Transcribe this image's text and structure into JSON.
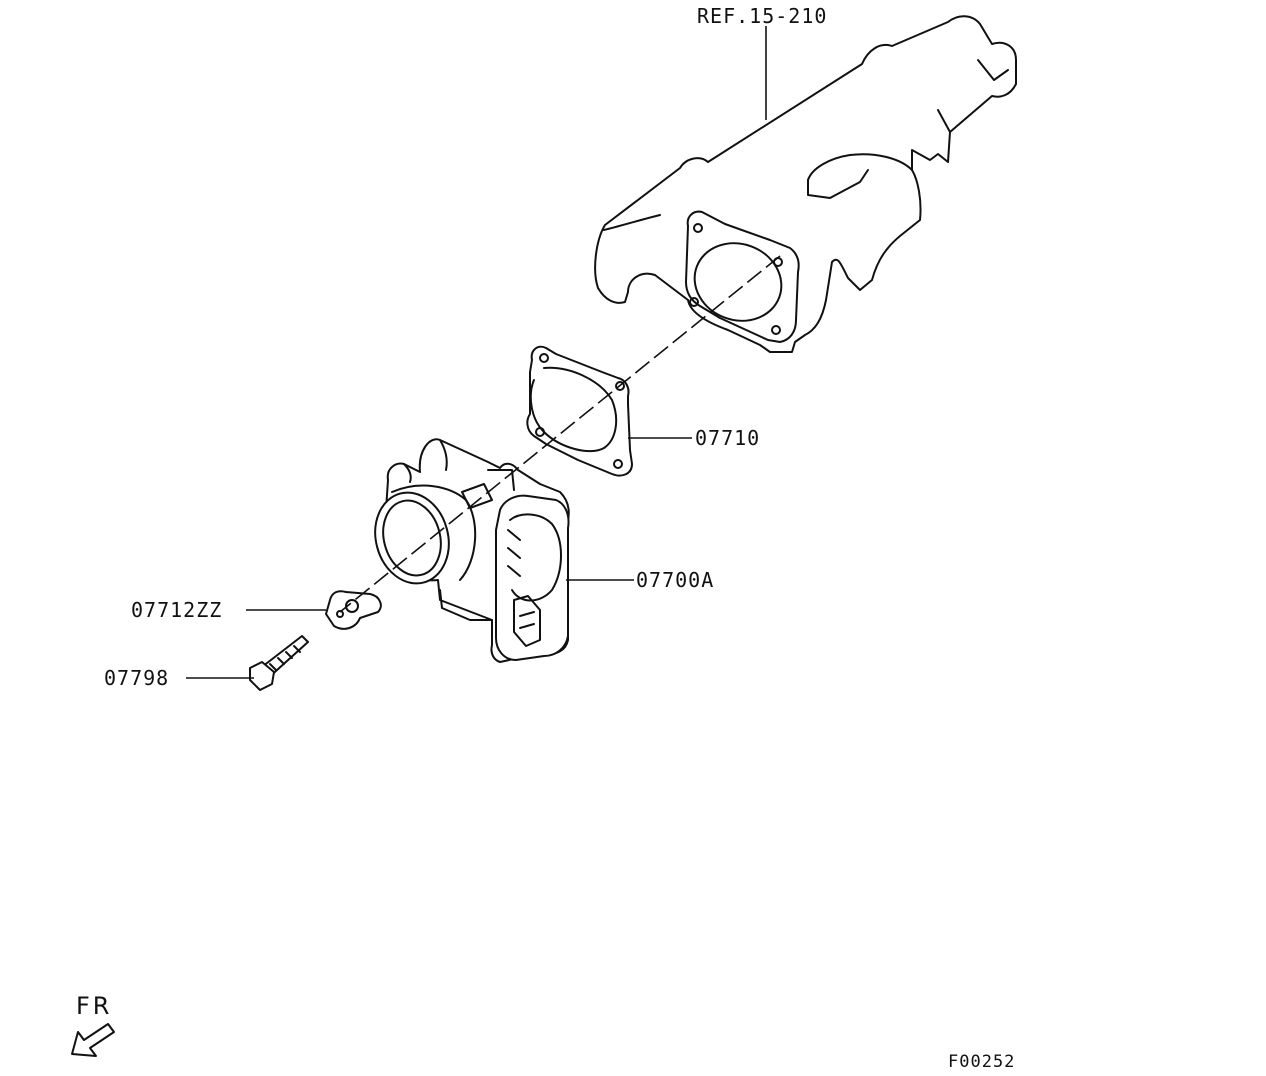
{
  "labels": {
    "ref": "REF.15-210",
    "gasket": "07710",
    "throttle_body": "07700A",
    "bracket": "07712ZZ",
    "bolt": "07798",
    "front_indicator": "FR",
    "figure_code": "F00252"
  },
  "colors": {
    "line": "#111111",
    "background": "#ffffff"
  }
}
